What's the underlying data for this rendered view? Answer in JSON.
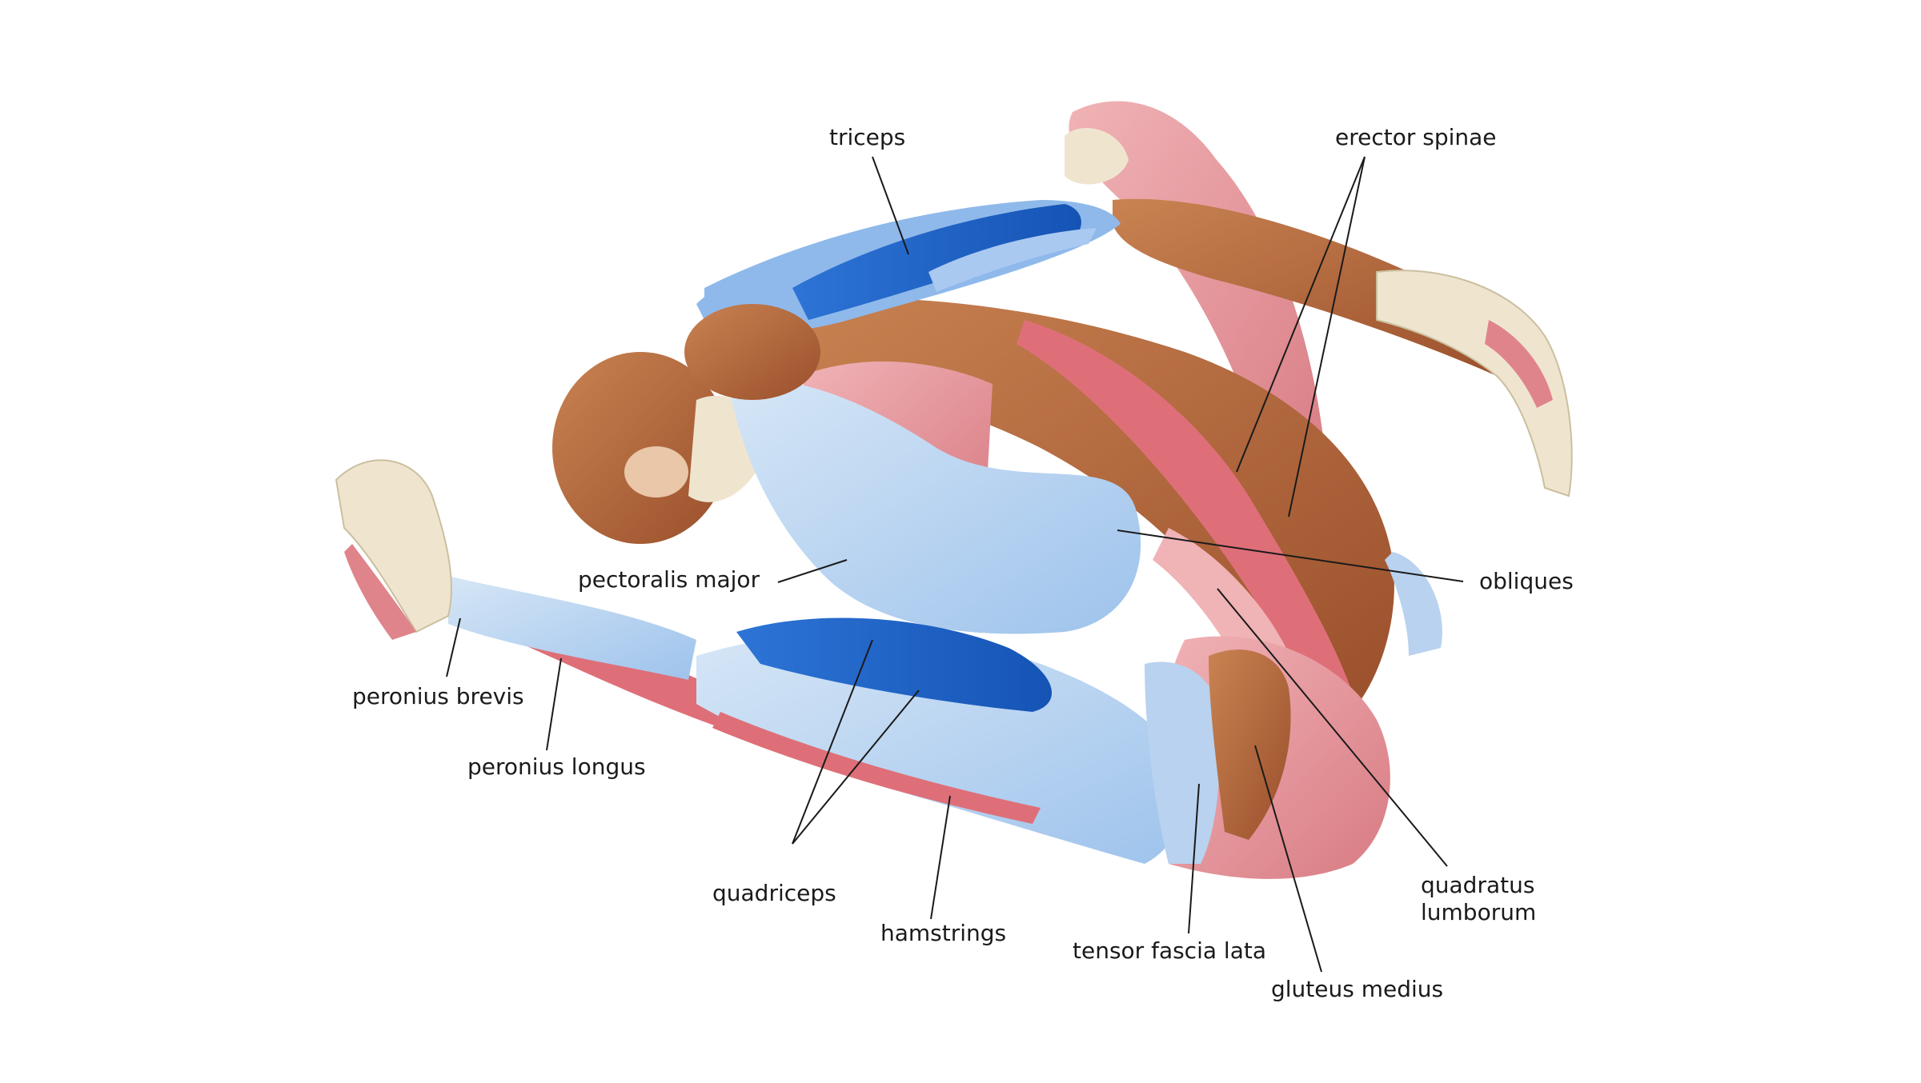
{
  "labels": {
    "triceps": "triceps",
    "erector_spinae": "erector spinae",
    "pectoralis_major": "pectoralis major",
    "obliques": "obliques",
    "peronius_brevis": "peronius brevis",
    "peronius_longus": "peronius longus",
    "quadriceps": "quadriceps",
    "hamstrings": "hamstrings",
    "tensor_fascia_lata": "tensor fascia lata",
    "gluteus_medius": "gluteus medius",
    "quadratus_line1": "quadratus",
    "quadratus_line2": "lumborum"
  },
  "colors": {
    "highlight_blue": "#1f63c8",
    "light_blue": "#8fb9ea",
    "pale_blue": "#c7dcf1",
    "muscle_pink": "#e79aa0",
    "muscle_red": "#de6f78",
    "muscle_brown": "#b5673d",
    "bone": "#efe5cf"
  }
}
